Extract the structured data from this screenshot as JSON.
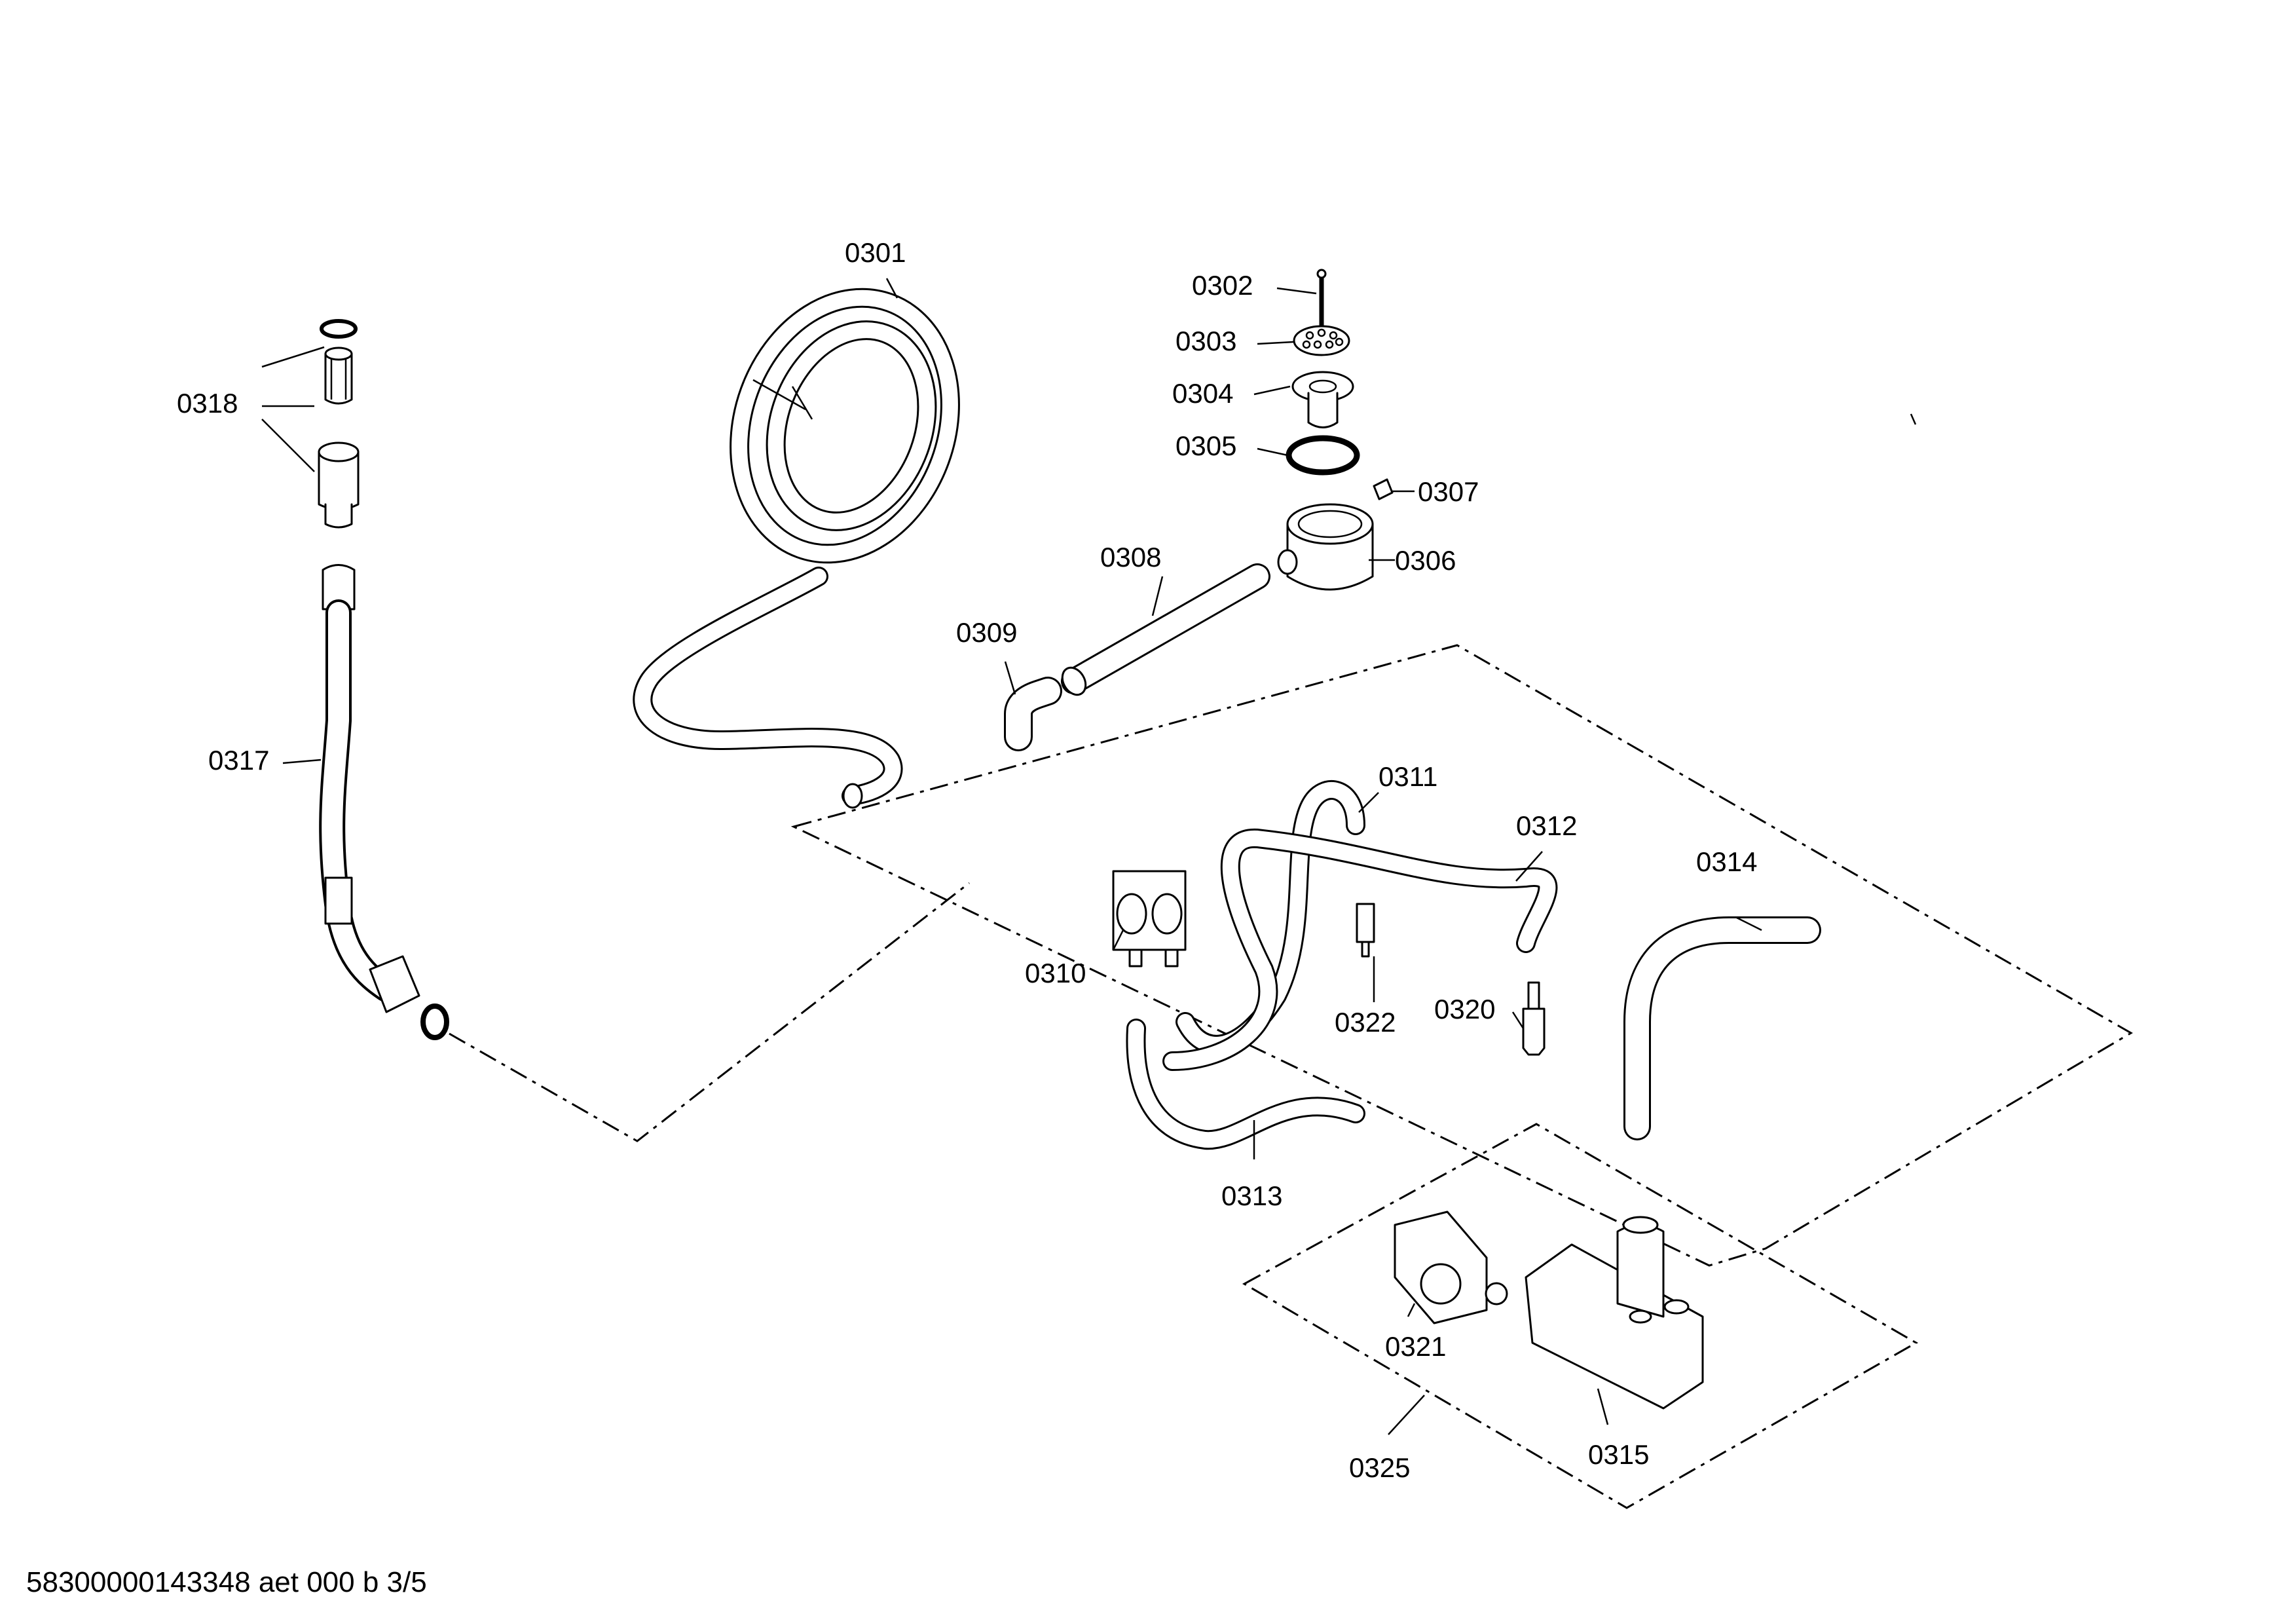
{
  "labels": {
    "p0301": "0301",
    "p0302": "0302",
    "p0303": "0303",
    "p0304": "0304",
    "p0305": "0305",
    "p0306": "0306",
    "p0307": "0307",
    "p0308": "0308",
    "p0309": "0309",
    "p0310": "0310",
    "p0311": "0311",
    "p0312": "0312",
    "p0313": "0313",
    "p0314": "0314",
    "p0315": "0315",
    "p0317": "0317",
    "p0318": "0318",
    "p0320": "0320",
    "p0321": "0321",
    "p0322": "0322",
    "p0325": "0325"
  },
  "footer": {
    "reference": "58300000143348 aet 000 b 3/5"
  }
}
